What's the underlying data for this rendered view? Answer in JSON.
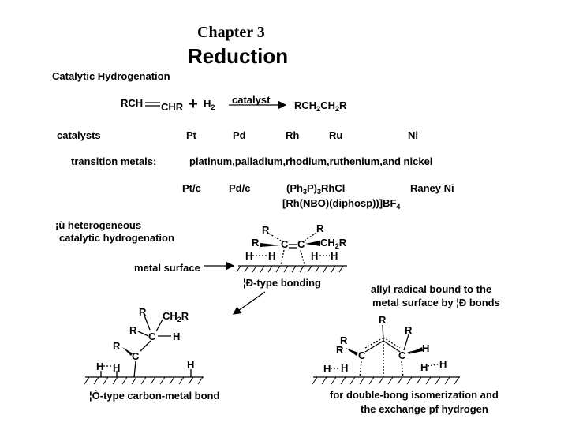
{
  "header": {
    "chapter": "Chapter 3",
    "title": "Reduction",
    "section": "Catalytic Hydrogenation"
  },
  "reaction": {
    "reactant_left": "RCH",
    "reactant_right": "CHR",
    "plus": "+",
    "h2": "H",
    "h2_sub": "2",
    "catalyst": "catalyst",
    "product": [
      "RCH",
      "2",
      "CH",
      "2",
      "R"
    ]
  },
  "catalysts_row": {
    "label": "catalysts",
    "items": [
      "Pt",
      "Pd",
      "Rh",
      "Ru",
      "Ni"
    ]
  },
  "metals_row": {
    "label": "transition  metals:",
    "value": "platinum,palladium,rhodium,ruthenium,and nickel"
  },
  "forms_row": {
    "ptc": "Pt/c",
    "pdc": "Pd/c",
    "wilkinson": [
      "(Ph",
      "3",
      "P)",
      "3",
      "RhCl"
    ],
    "raney": "Raney  Ni",
    "complex": [
      "[Rh(NBO)(diphosp))]BF",
      "4"
    ]
  },
  "heterogeneous": {
    "line1": "¡ù heterogeneous",
    "line2": "catalytic hydrogenation",
    "metal_surface": "metal surface",
    "pi_bonding": "¦Ð-type bonding"
  },
  "sigma_panel": {
    "caption": "¦Ò-type carbon-metal bond"
  },
  "allyl_panel": {
    "line1": "allyl radical bound to the",
    "line2": "metal surface by ¦Ð bonds",
    "caption1": "for double-bong isomerization and",
    "caption2": "the exchange pf hydrogen"
  },
  "atoms": {
    "R": "R",
    "C": "C",
    "H": "H",
    "CH": "CH",
    "sub2": "2"
  }
}
